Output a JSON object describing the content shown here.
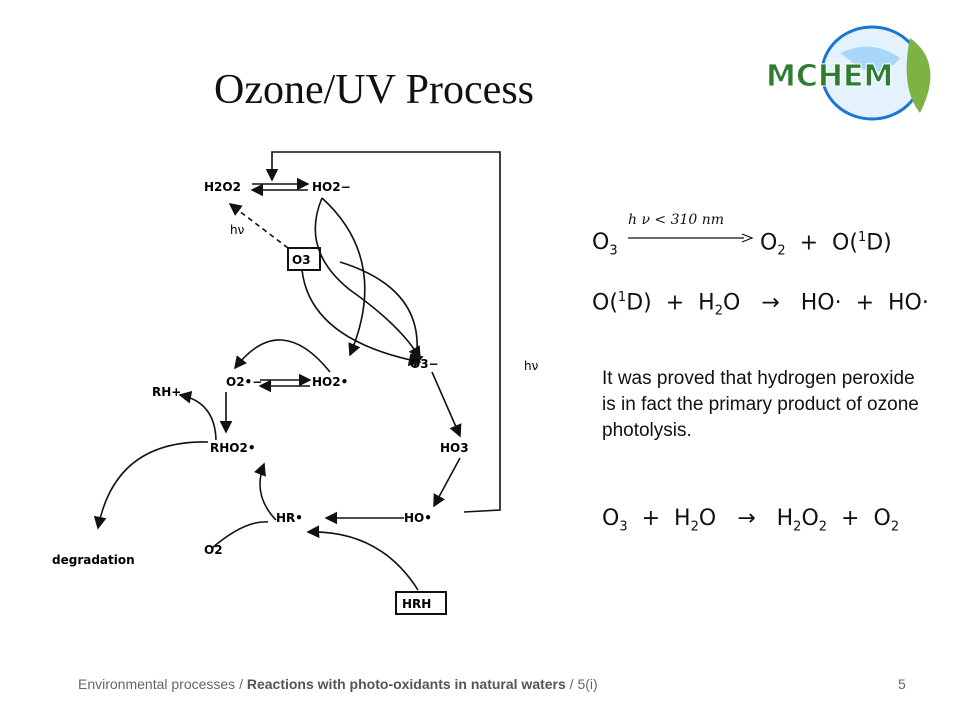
{
  "title": "Ozone/UV Process",
  "logo": {
    "text": "MCHEM",
    "colors": {
      "text": "#2e7d32",
      "ring": "#1976d2",
      "leaf": "#7cb342"
    }
  },
  "diagram": {
    "nodes": {
      "h2o2": "H2O2",
      "ho2m": "HO2−",
      "hv": "hν",
      "o3": "O3",
      "o2m": "O2•−",
      "ho2": "HO2•",
      "o3m": "O3−",
      "rhp": "RH+",
      "rho2": "RHO2•",
      "ho3": "HO3",
      "hr": "HR•",
      "ho": "HO•",
      "o2": "O2",
      "degradation": "degradation",
      "hrh": "HRH",
      "hv_right": "hν"
    }
  },
  "equations": {
    "eq1": {
      "condition": "h ν < 310 nm",
      "lhs": "O",
      "lhs_sub": "3",
      "rhs1": "O",
      "rhs1_sub": "2",
      "plus": "+",
      "rhs2": "O(",
      "rhs2_sup": "1",
      "rhs2_end": "D)"
    },
    "eq2": {
      "lhs": "O(",
      "lhs_sup": "1",
      "lhs_end": "D)",
      "plus1": "+",
      "reagent": "H",
      "reagent_sub": "2",
      "reagent_end": "O",
      "arrow": "→",
      "p1": "HO·",
      "plus2": "+",
      "p2": "HO·"
    },
    "eq3": {
      "a": "O",
      "a_sub": "3",
      "plus1": "+",
      "b": "H",
      "b_sub": "2",
      "b_end": "O",
      "arrow": "→",
      "c": "H",
      "c_sub1": "2",
      "c_mid": "O",
      "c_sub2": "2",
      "plus2": "+",
      "d": "O",
      "d_sub": "2"
    }
  },
  "note": "It was proved that hydrogen peroxide is in fact the primary product of ozone photolysis.",
  "footer": {
    "prefix": "Environmental processes / ",
    "bold": "Reactions with photo-oxidants in natural waters",
    "suffix": " / 5(i)"
  },
  "page_number": "5"
}
